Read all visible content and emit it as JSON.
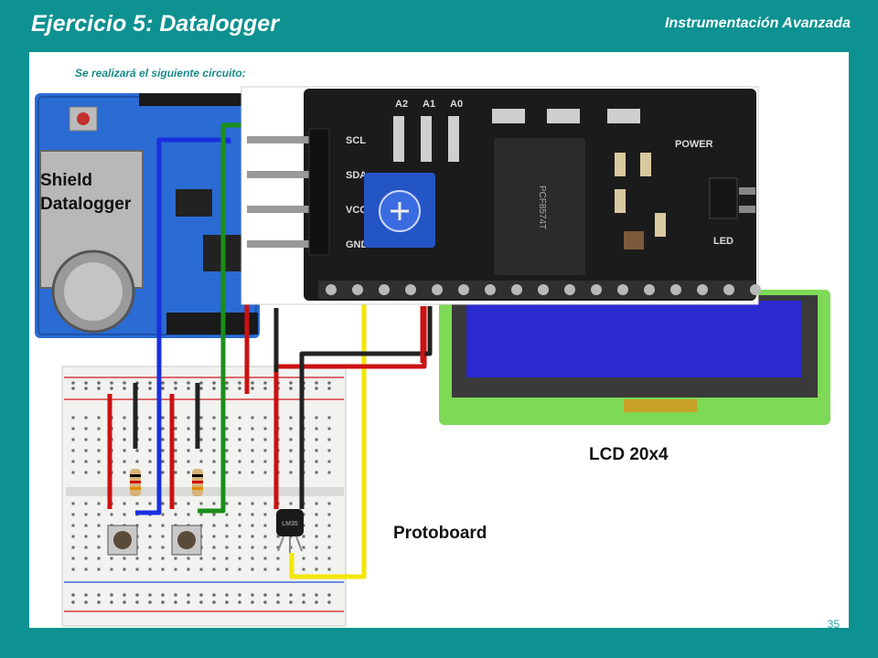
{
  "slide": {
    "title": "Ejercicio 5: Datalogger",
    "subtitle": "Instrumentación Avanzada",
    "intro": "Se realizará el siguiente circuito:",
    "page_number": "35"
  },
  "labels": {
    "shield": "Shield Datalogger",
    "lcd": "LCD 20x4",
    "protoboard": "Protoboard"
  },
  "components": {
    "i2c_pins": [
      "SCL",
      "SDA",
      "VCC",
      "GND"
    ],
    "address_pins": [
      "A2",
      "A1",
      "A0"
    ],
    "power_label": "POWER",
    "led_label": "LED",
    "sensor_marking": "LM35",
    "chip_marking": "PCF8574T"
  },
  "colors": {
    "background": "#0d9191",
    "wire_red": "#cc1111",
    "wire_black": "#222222",
    "wire_blue": "#1a2fe0",
    "wire_green": "#1a8f1a",
    "wire_yellow": "#f2e600",
    "lcd_screen": "#2a2acf",
    "pcb_green": "#7ed957",
    "shield_blue": "#2a6bd4"
  }
}
